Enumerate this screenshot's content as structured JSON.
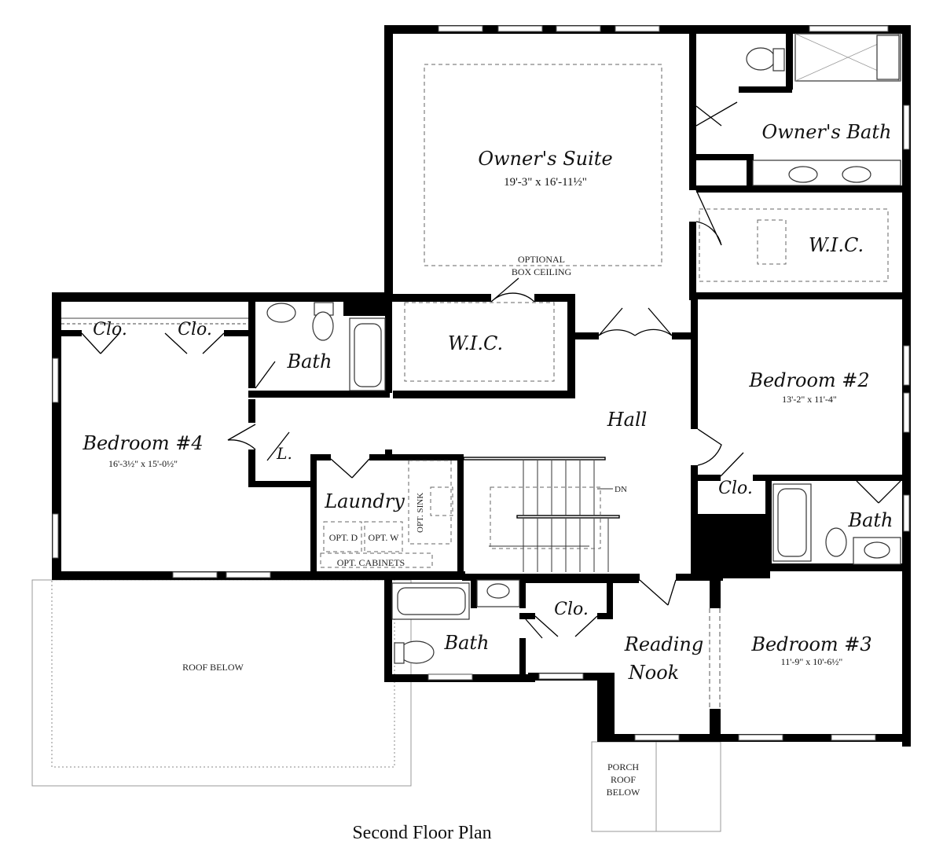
{
  "rooms": {
    "owners_suite": {
      "name": "Owner's Suite",
      "dims": "19'-3\" x 16'-11½\""
    },
    "owners_bath": {
      "name": "Owner's Bath"
    },
    "owners_wic": {
      "name": "W.I.C."
    },
    "suite_wic": {
      "name": "W.I.C."
    },
    "bedroom2": {
      "name": "Bedroom #2",
      "dims": "13'-2\" x 11'-4\""
    },
    "bedroom3": {
      "name": "Bedroom #3",
      "dims": "11'-9\" x 10'-6½\""
    },
    "bedroom4": {
      "name": "Bedroom #4",
      "dims": "16'-3½\" x 15'-0½\""
    },
    "hall": {
      "name": "Hall"
    },
    "laundry": {
      "name": "Laundry"
    },
    "reading_nook": {
      "line1": "Reading",
      "line2": "Nook"
    },
    "bath_b4": {
      "name": "Bath"
    },
    "bath_b2": {
      "name": "Bath"
    },
    "bath_lower": {
      "name": "Bath"
    },
    "clo_b4_left": {
      "name": "Clo."
    },
    "clo_b4_right": {
      "name": "Clo."
    },
    "clo_b2": {
      "name": "Clo."
    },
    "clo_nook": {
      "name": "Clo."
    },
    "linen": {
      "name": "L."
    }
  },
  "notes": {
    "optional_box_ceiling_1": "OPTIONAL",
    "optional_box_ceiling_2": "BOX CEILING",
    "opt_sink": "OPT. SINK",
    "opt_d": "OPT. D",
    "opt_w": "OPT. W",
    "opt_cabinets": "OPT. CABINETS",
    "dn": "DN",
    "roof_below": "ROOF BELOW",
    "porch_roof_1": "PORCH",
    "porch_roof_2": "ROOF",
    "porch_roof_3": "BELOW"
  },
  "caption": "Second Floor Plan"
}
